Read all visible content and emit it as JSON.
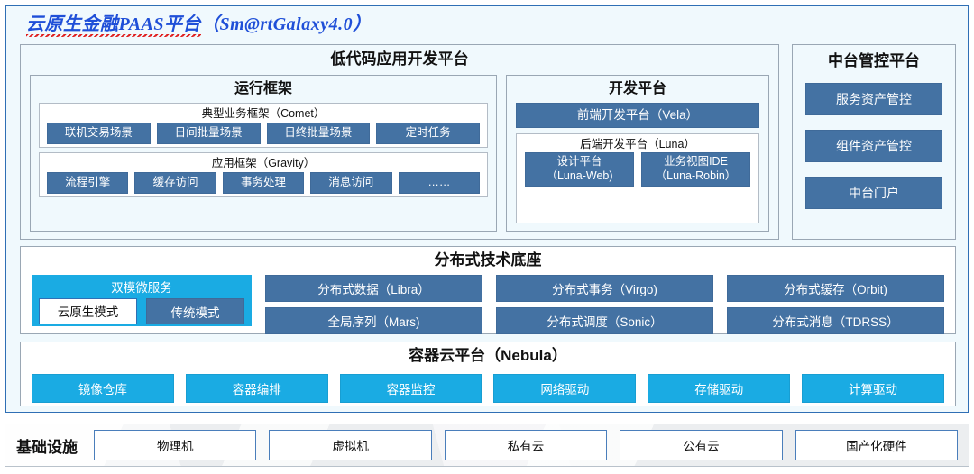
{
  "platform": {
    "title": "云原生金融PAAS平台（Sm@rtGalaxy4.0）",
    "title_underlined": "云原生金融PAAS平台",
    "title_rest": "（Sm@rtGalaxy4.0）"
  },
  "colors": {
    "accent_blue": "#4472a3",
    "accent_cyan": "#1aabe3",
    "frame_blue": "#2f6fb5",
    "panel_bg": "#f0f9fd",
    "title_blue": "#1f4fd8",
    "spellcheck_red": "#e02020",
    "infra_bg": "#eceef0"
  },
  "lowcode": {
    "title": "低代码应用开发平台",
    "runtime": {
      "title": "运行框架",
      "comet": {
        "title": "典型业务框架（Comet）",
        "items": [
          "联机交易场景",
          "日间批量场景",
          "日终批量场景",
          "定时任务"
        ]
      },
      "gravity": {
        "title": "应用框架（Gravity）",
        "items": [
          "流程引擎",
          "缓存访问",
          "事务处理",
          "消息访问",
          "……"
        ]
      }
    },
    "devplatform": {
      "title": "开发平台",
      "frontend": "前端开发平台（Vela）",
      "backend": {
        "title": "后端开发平台（Luna）",
        "items": [
          {
            "line1": "设计平台",
            "line2": "（Luna-Web)"
          },
          {
            "line1": "业务视图IDE",
            "line2": "（Luna-Robin）"
          }
        ]
      }
    }
  },
  "midplatform": {
    "title": "中台管控平台",
    "items": [
      "服务资产管控",
      "组件资产管控",
      "中台门户"
    ]
  },
  "base": {
    "title": "分布式技术底座",
    "dual_mode": {
      "title": "双模微服务",
      "cloud_native": "云原生模式",
      "traditional": "传统模式"
    },
    "columns": [
      [
        "分布式数据（Libra）",
        "全局序列（Mars)"
      ],
      [
        "分布式事务（Virgo)",
        "分布式调度（Sonic）"
      ],
      [
        "分布式缓存（Orbit)",
        "分布式消息（TDRSS）"
      ]
    ]
  },
  "container_cloud": {
    "title": "容器云平台（Nebula）",
    "items": [
      "镜像仓库",
      "容器编排",
      "容器监控",
      "网络驱动",
      "存储驱动",
      "计算驱动"
    ]
  },
  "infrastructure": {
    "label": "基础设施",
    "items": [
      "物理机",
      "虚拟机",
      "私有云",
      "公有云",
      "国产化硬件"
    ]
  }
}
